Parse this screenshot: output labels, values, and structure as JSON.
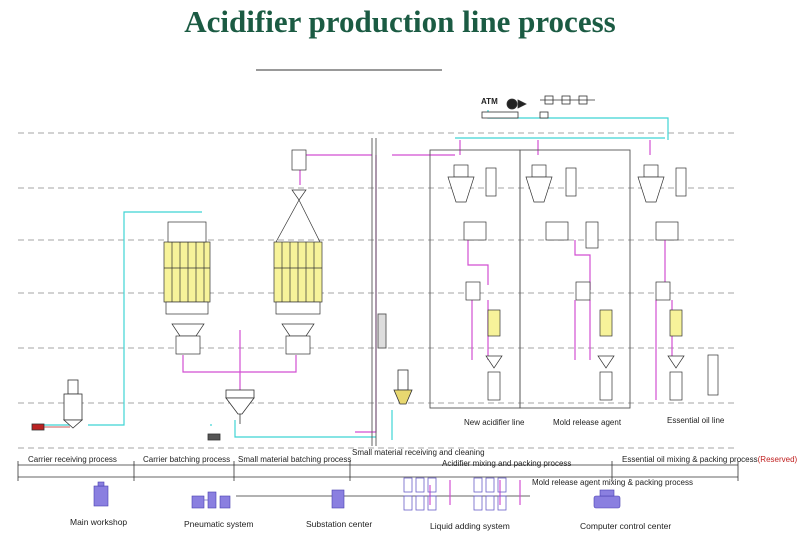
{
  "title": "Acidifier production line process",
  "equipment_labels": {
    "atm": "ATM",
    "new_acidifier_line": "New acidifier line",
    "mold_release_agent": "Mold release agent",
    "essential_oil_line": "Essential oil line"
  },
  "process_labels": {
    "carrier_receiving": "Carrier receiving process",
    "carrier_batching": "Carrier batching process",
    "small_material_batching": "Small material batching process",
    "small_material_receiving": "Small material receiving and cleaning",
    "acidifier_mixing": "Acidifier mixing and packing process",
    "mold_release_mixing": "Mold release agent mixing & packing process",
    "essential_oil_mixing": "Essential oil mixing & packing process",
    "reserved": "(Reserved)"
  },
  "bottom_labels": {
    "main_workshop": "Main workshop",
    "pneumatic_system": "Pneumatic system",
    "substation_center": "Substation center",
    "liquid_adding_system": "Liquid adding system",
    "computer_control_center": "Computer control center"
  },
  "colors": {
    "title": "#1b5b43",
    "pneumatic_line": "#d24fd2",
    "air_line": "#3fd4d4",
    "silo_fill": "#f7f39a",
    "reserved_text": "#c02020",
    "icon_blue": "#6a5fc8"
  }
}
